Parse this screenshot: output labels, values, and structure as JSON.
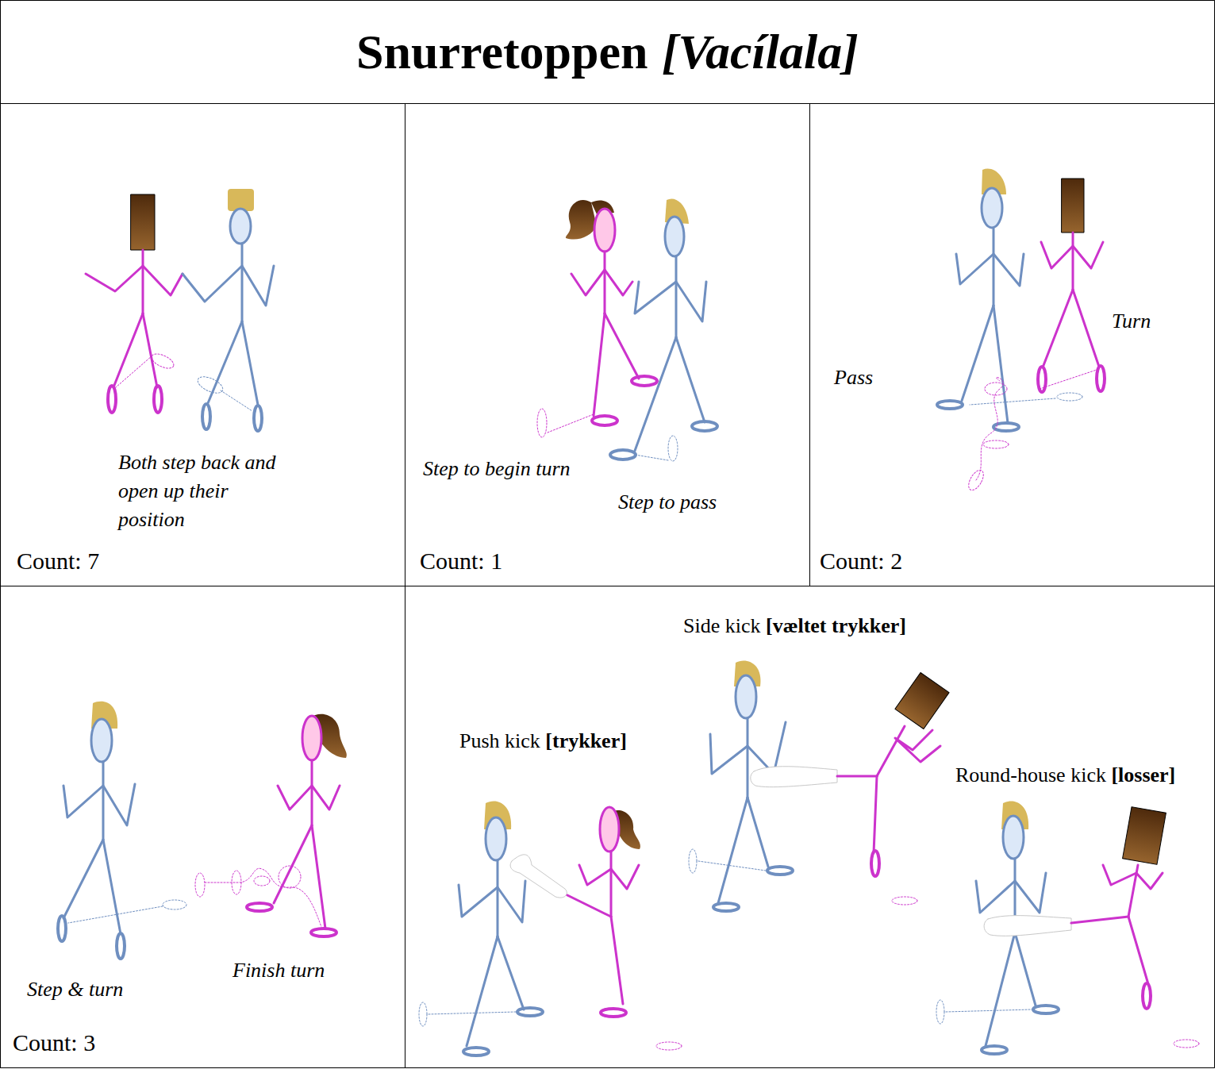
{
  "diagram": {
    "title": "Snurretoppen",
    "nodes": [
      {
        "text": [
          "Both step back and open up their position",
          "Count: 7"
        ]
      },
      {
        "text": [
          "Step to begin turn",
          "Step to pass",
          "Count: 1"
        ]
      },
      {
        "text": [
          "Turn",
          "Pass",
          "Count: 2"
        ]
      },
      {
        "text": [
          "Step & turn",
          "Finish turn",
          "Count: 3"
        ]
      },
      {
        "text": [
          "Push kick",
          "[trykker]",
          "Side kick",
          "[væltet trykker]",
          "Round-house kick",
          "[losser]"
        ]
      }
    ],
    "labels": [
      "[Vacílala]"
    ]
  }
}
